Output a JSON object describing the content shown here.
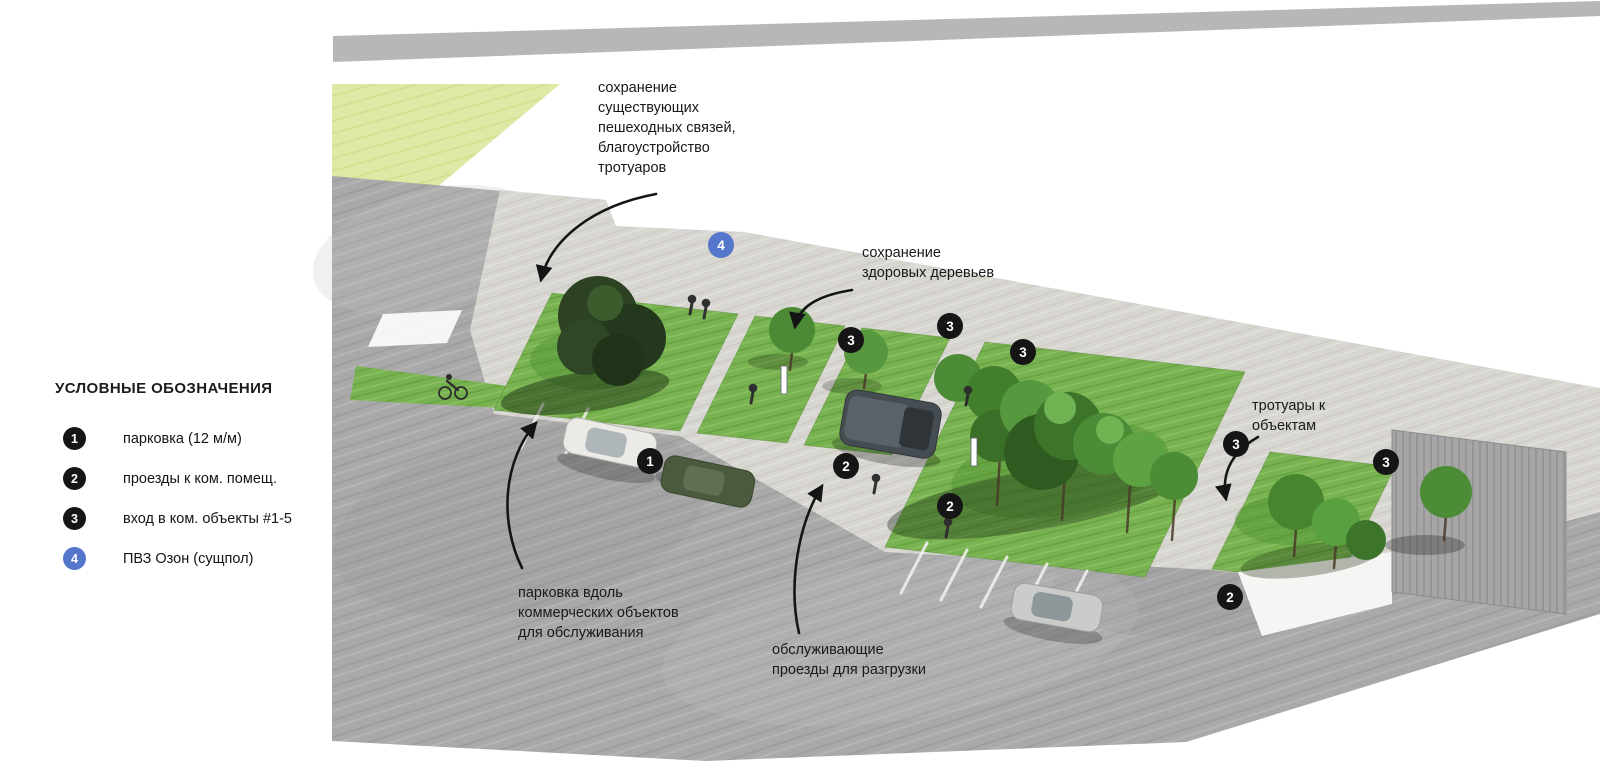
{
  "legend": {
    "title": "УСЛОВНЫЕ ОБОЗНАЧЕНИЯ",
    "items": [
      {
        "id": "1",
        "label": "парковка (12 м/м)"
      },
      {
        "id": "2",
        "label": "проезды к ком. помещ."
      },
      {
        "id": "3",
        "label": "вход в ком. объекты #1-5"
      },
      {
        "id": "4",
        "label": "ПВЗ Озон (сущпол)"
      }
    ]
  },
  "plan_marker_labels": {
    "parking": "1",
    "driveway": "2",
    "entrance": "3",
    "pickup_point": "4"
  },
  "annotations": [
    {
      "id": "pedestrian-links",
      "text": "сохранение\nсуществующих\nпешеходных связей,\nблагоустройство\nтротуаров"
    },
    {
      "id": "healthy-trees",
      "text": "сохранение\nздоровых деревьев"
    },
    {
      "id": "sidewalks-to-objects",
      "text": "тротуары к\nобъектам"
    },
    {
      "id": "parking-along-commercial",
      "text": "парковка вдоль\nкоммерческих объектов\nдля обслуживания"
    },
    {
      "id": "service-driveways",
      "text": "обслуживающие\nпроезды для разгрузки"
    }
  ],
  "colors": {
    "marker_black": "#151515",
    "accent_blue": "#5577cb",
    "lawn_green": "#79b351",
    "upper_lawn_yellow_green": "#dfe8a4",
    "asphalt_gray": "#a9a9a9",
    "sidewalk_gray": "#d8d6d1"
  }
}
